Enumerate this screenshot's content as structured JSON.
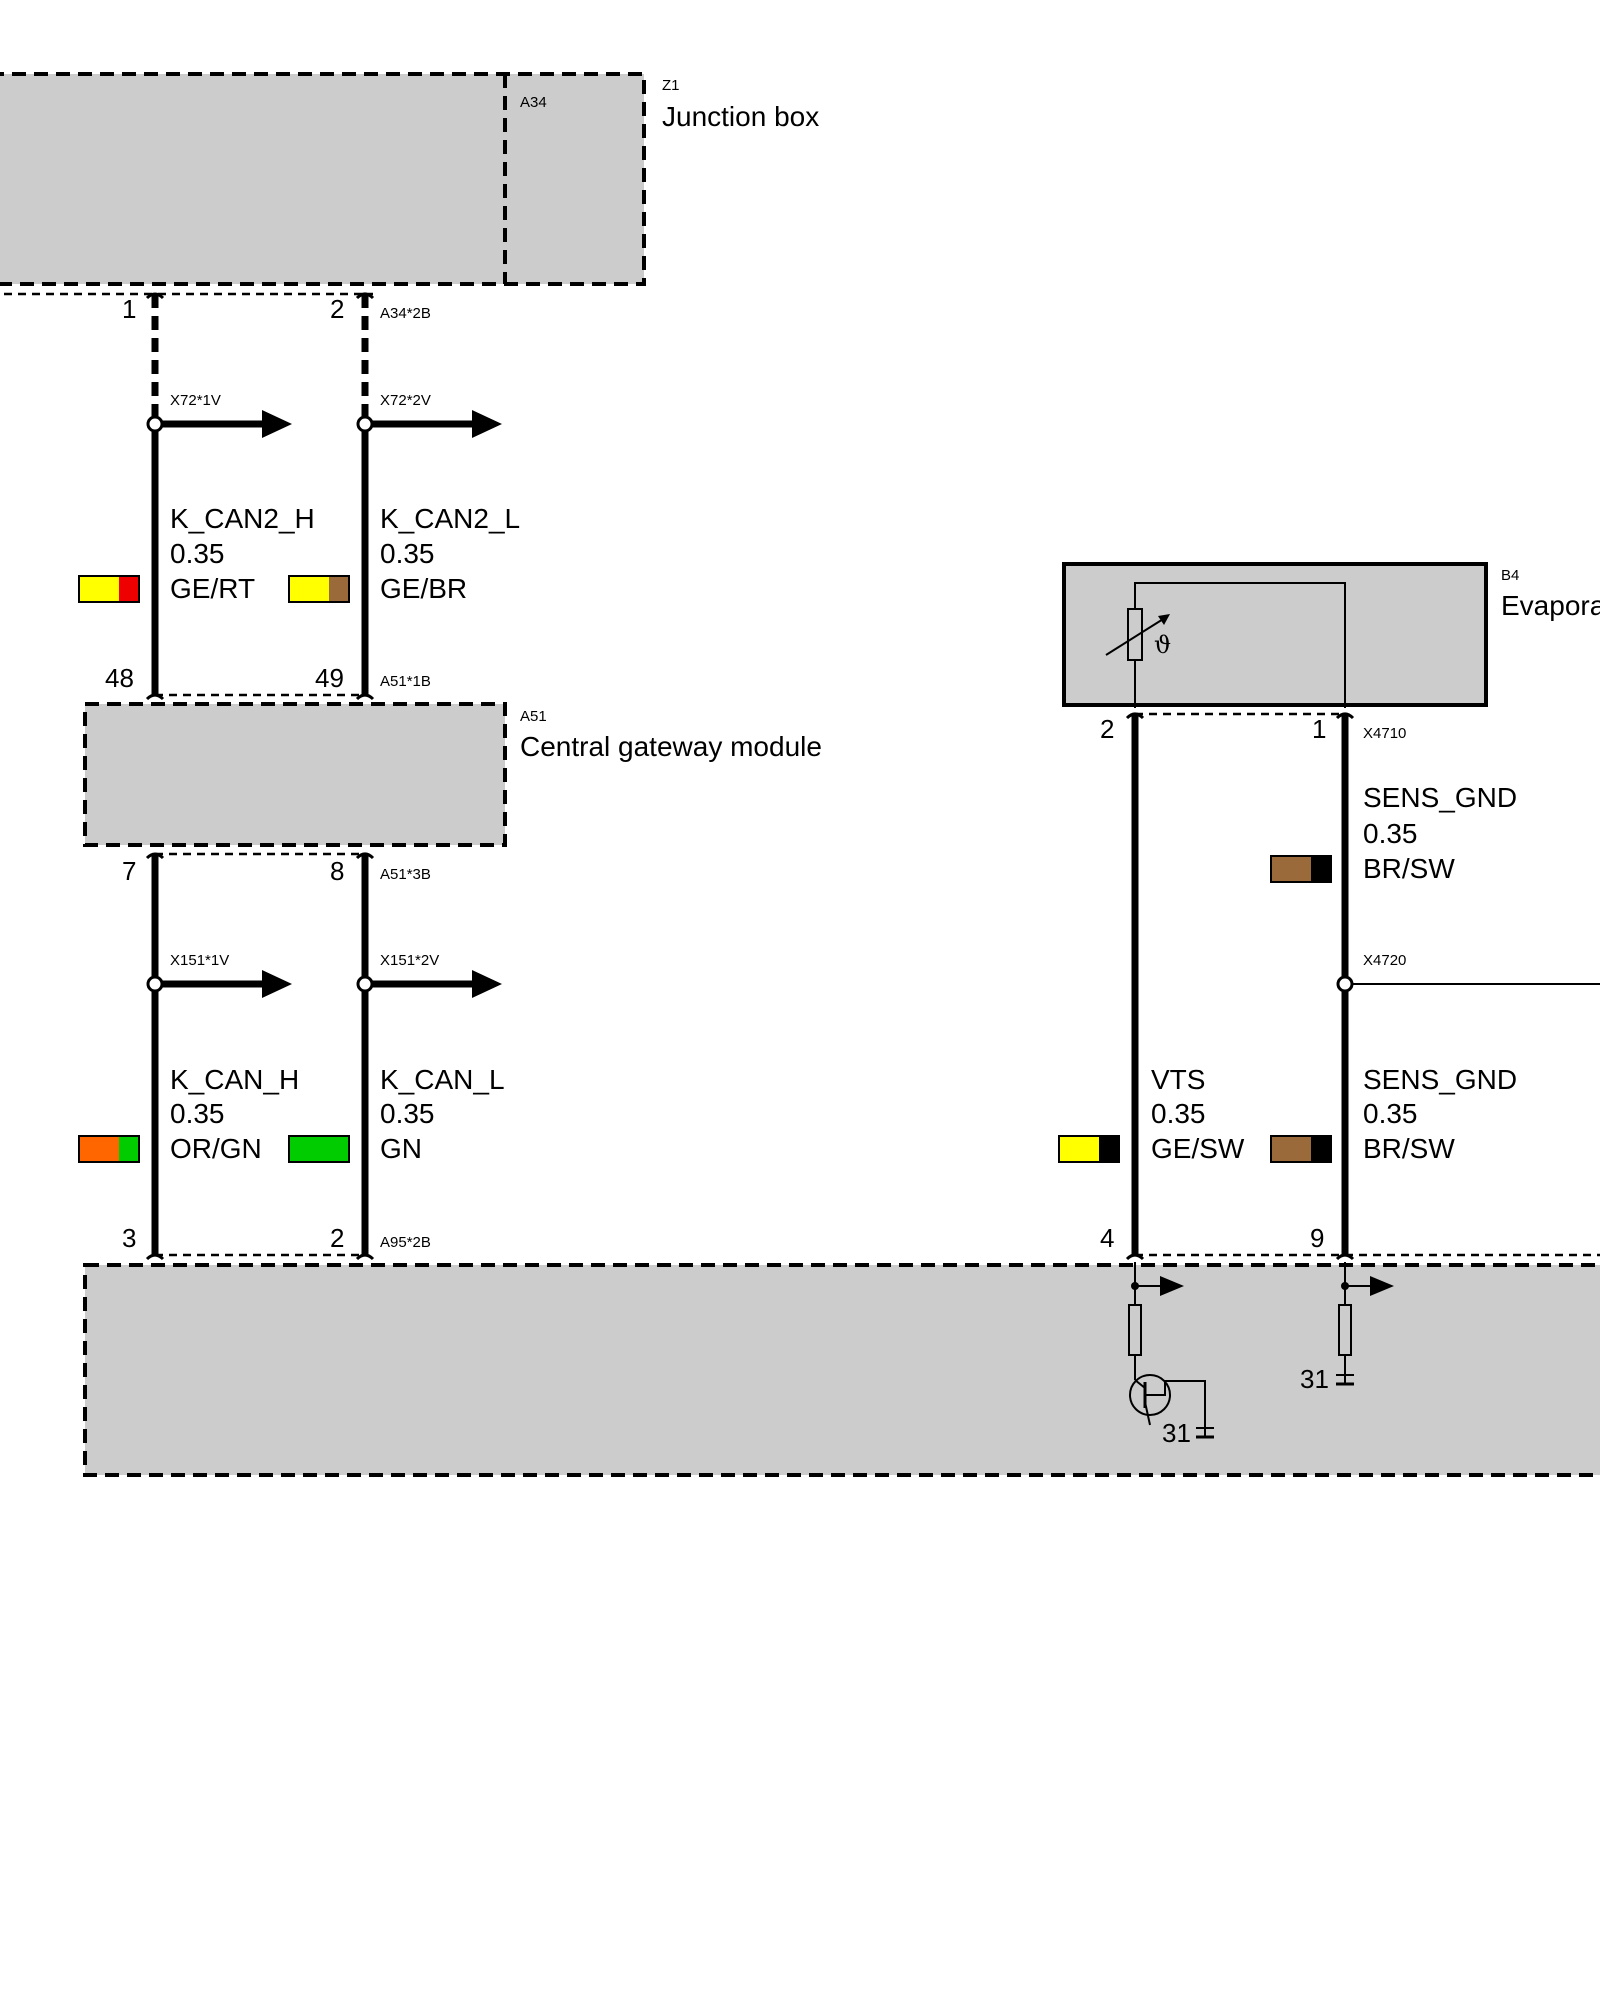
{
  "components": {
    "junction_box": {
      "id": "Z1",
      "sub_id": "A34",
      "name": "Junction box",
      "connector": "A34*2B"
    },
    "gateway": {
      "id": "A51",
      "name": "Central gateway module",
      "connector_top": "A51*1B",
      "connector_bottom": "A51*3B"
    },
    "sensor": {
      "id": "B4",
      "name_partial": "Evapora",
      "connector": "X4710"
    },
    "lower_module": {
      "connector": "A95*2B"
    }
  },
  "pins": {
    "jb_1": "1",
    "jb_2": "2",
    "gw_48": "48",
    "gw_49": "49",
    "gw_7": "7",
    "gw_8": "8",
    "lm_3": "3",
    "lm_2": "2",
    "sensor_2": "2",
    "sensor_1": "1",
    "lm_4": "4",
    "lm_9": "9",
    "ground_1": "31",
    "ground_2": "31"
  },
  "branches": {
    "x72_1v": "X72*1V",
    "x72_2v": "X72*2V",
    "x151_1v": "X151*1V",
    "x151_2v": "X151*2V",
    "x4720": "X4720"
  },
  "wires": {
    "kcan2_h": {
      "signal": "K_CAN2_H",
      "size": "0.35",
      "color_code": "GE/RT",
      "colors": [
        "#ffff00",
        "#ee0000"
      ]
    },
    "kcan2_l": {
      "signal": "K_CAN2_L",
      "size": "0.35",
      "color_code": "GE/BR",
      "colors": [
        "#ffff00",
        "#9a6a3a"
      ]
    },
    "kcan_h": {
      "signal": "K_CAN_H",
      "size": "0.35",
      "color_code": "OR/GN",
      "colors": [
        "#ff6600",
        "#00cc00"
      ]
    },
    "kcan_l": {
      "signal": "K_CAN_L",
      "size": "0.35",
      "color_code": "GN",
      "colors": [
        "#00cc00",
        "#00cc00"
      ]
    },
    "sens_gnd_top": {
      "signal": "SENS_GND",
      "size": "0.35",
      "color_code": "BR/SW",
      "colors": [
        "#9a6a3a",
        "#000000"
      ]
    },
    "vts": {
      "signal": "VTS",
      "size": "0.35",
      "color_code": "GE/SW",
      "colors": [
        "#ffff00",
        "#000000"
      ]
    },
    "sens_gnd_bot": {
      "signal": "SENS_GND",
      "size": "0.35",
      "color_code": "BR/SW",
      "colors": [
        "#9a6a3a",
        "#000000"
      ]
    }
  },
  "symbols": {
    "theta": "ϑ"
  }
}
